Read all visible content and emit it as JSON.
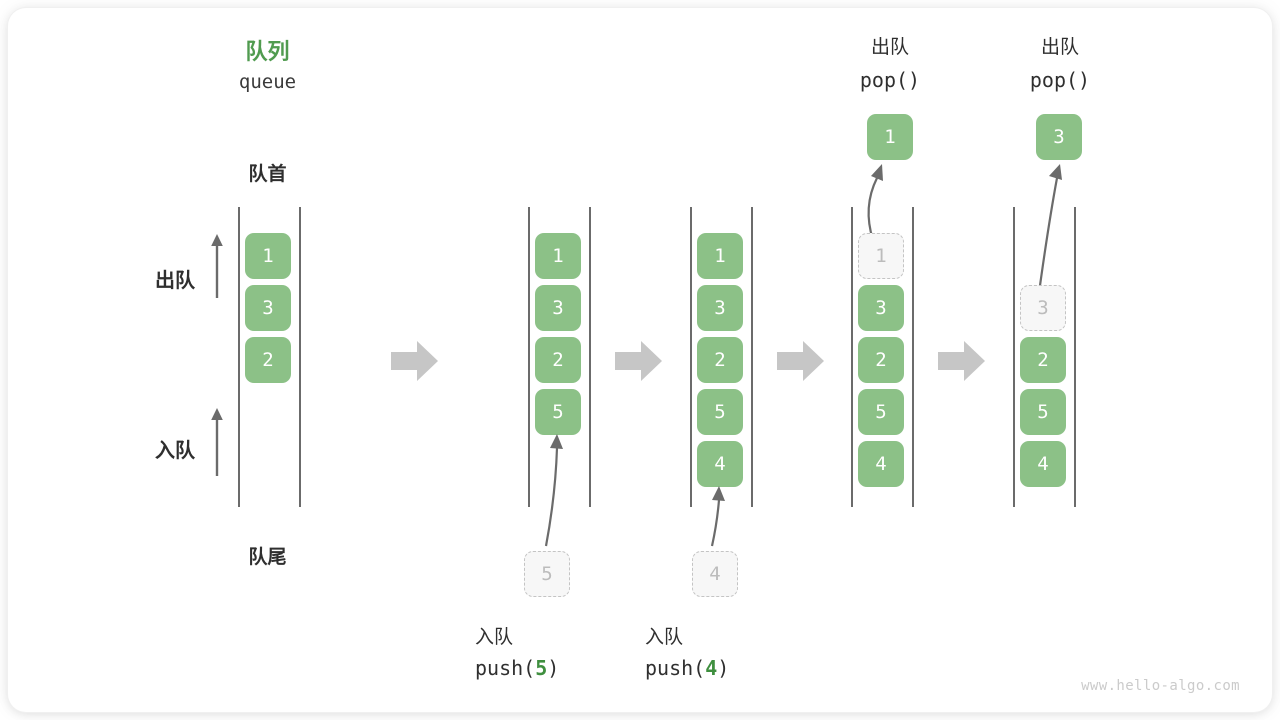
{
  "diagram": {
    "title_cn": "队列",
    "title_en": "queue",
    "front_label": "队首",
    "rear_label": "队尾",
    "dequeue_side_label": "出队",
    "enqueue_side_label": "入队",
    "watermark": "www.hello-algo.com",
    "accent_green": "#8cc187",
    "title_green": "#509b4f",
    "ghost_gray": "#bcbcbc",
    "arrow_gray": "#c6c6c6",
    "rail_gray": "#6b6b6b"
  },
  "stages": [
    {
      "id": "initial",
      "header_cn": "",
      "header_code": "",
      "cells": [
        "1",
        "3",
        "2"
      ],
      "ghost_index": -1,
      "popped": null,
      "pushed": null,
      "caption_cn": "",
      "caption_code_prefix": "",
      "caption_code_arg": "",
      "caption_code_suffix": ""
    },
    {
      "id": "push-5",
      "header_cn": "",
      "header_code": "",
      "cells": [
        "1",
        "3",
        "2",
        "5"
      ],
      "ghost_index": -1,
      "popped": null,
      "pushed": "5",
      "caption_cn": "入队",
      "caption_code_prefix": "push(",
      "caption_code_arg": "5",
      "caption_code_suffix": ")"
    },
    {
      "id": "push-4",
      "header_cn": "",
      "header_code": "",
      "cells": [
        "1",
        "3",
        "2",
        "5",
        "4"
      ],
      "ghost_index": -1,
      "popped": null,
      "pushed": "4",
      "caption_cn": "入队",
      "caption_code_prefix": "push(",
      "caption_code_arg": "4",
      "caption_code_suffix": ")"
    },
    {
      "id": "pop-1",
      "header_cn": "出队",
      "header_code": "pop()",
      "cells": [
        "1",
        "3",
        "2",
        "5",
        "4"
      ],
      "ghost_index": 0,
      "popped": "1",
      "pushed": null,
      "caption_cn": "",
      "caption_code_prefix": "",
      "caption_code_arg": "",
      "caption_code_suffix": ""
    },
    {
      "id": "pop-3",
      "header_cn": "出队",
      "header_code": "pop()",
      "cells": [
        "",
        "3",
        "2",
        "5",
        "4"
      ],
      "ghost_index": 1,
      "popped": "3",
      "pushed": null,
      "caption_cn": "",
      "caption_code_prefix": "",
      "caption_code_arg": "",
      "caption_code_suffix": ""
    }
  ],
  "flow_arrows": 4
}
